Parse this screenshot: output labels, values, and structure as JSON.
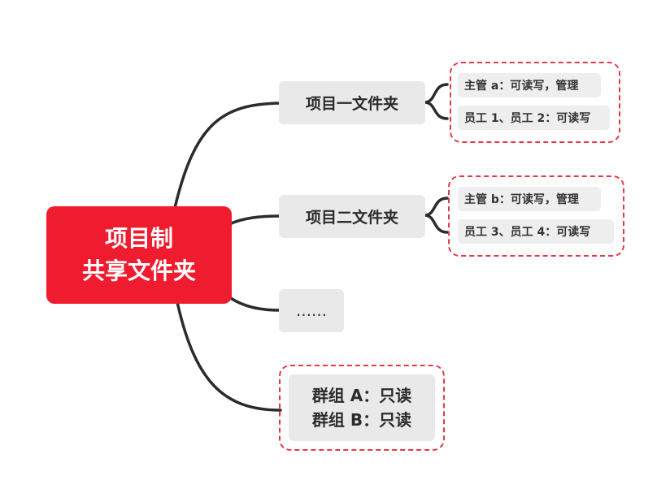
{
  "root": {
    "line1": "项目制",
    "line2": "共享文件夹"
  },
  "branches": [
    {
      "label": "项目一文件夹",
      "items": [
        "主管 a：可读写，管理",
        "员工 1、员工 2：可读写"
      ]
    },
    {
      "label": "项目二文件夹",
      "items": [
        "主管 b：可读写，管理",
        "员工 3、员工 4：可读写"
      ]
    },
    {
      "label": "……"
    }
  ],
  "groups": {
    "line1": "群组 A：只读",
    "line2": "群组 B：只读"
  },
  "colors": {
    "root": "#ee1c2e",
    "node_bg": "#e9e9e9",
    "dash": "#e23a45",
    "line": "#2b2b2b"
  }
}
